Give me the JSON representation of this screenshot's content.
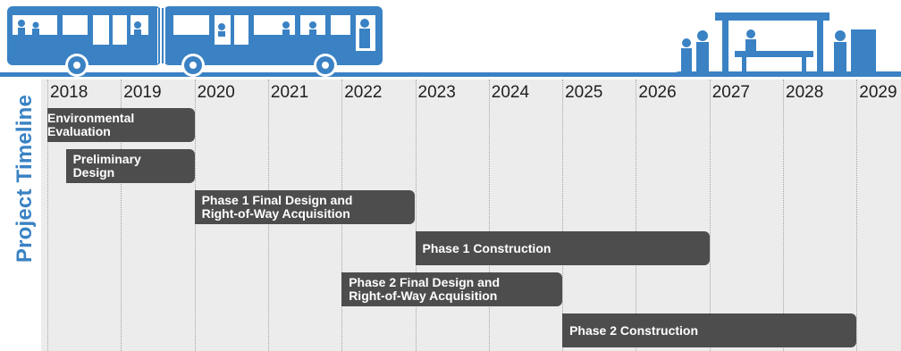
{
  "side_label": "Project Timeline",
  "colors": {
    "brand_blue": "#3a82c4",
    "bar_gray": "#4d4d4d",
    "panel_gray": "#ececec"
  },
  "years": [
    "2018",
    "2019",
    "2020",
    "2021",
    "2022",
    "2023",
    "2024",
    "2025",
    "2026",
    "2027",
    "2028",
    "2029"
  ],
  "phases": [
    {
      "label": "Environmental\nEvaluation",
      "start": 2018.0,
      "end": 2020.0
    },
    {
      "label": "Preliminary\nDesign",
      "start": 2018.25,
      "end": 2020.0
    },
    {
      "label": "Phase 1 Final Design and\nRight-of-Way Acquisition",
      "start": 2020.0,
      "end": 2023.0
    },
    {
      "label": "Phase 1 Construction",
      "start": 2023.0,
      "end": 2027.0
    },
    {
      "label": "Phase 2 Final Design and\nRight-of-Way Acquisition",
      "start": 2022.0,
      "end": 2025.0
    },
    {
      "label": "Phase 2 Construction",
      "start": 2025.0,
      "end": 2029.0
    }
  ],
  "icons": [
    "bus-icon",
    "bus-stop-shelter-icon"
  ]
}
